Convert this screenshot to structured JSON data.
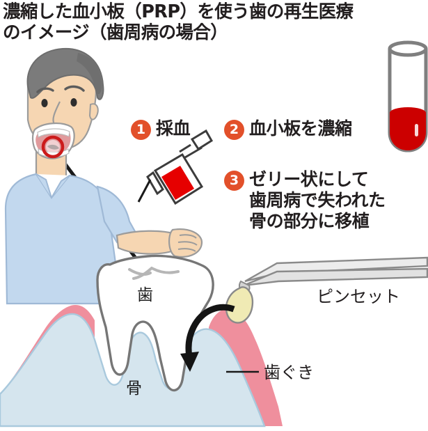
{
  "title": {
    "line1": "濃縮した血小板（PRP）を使う歯の再生医療",
    "line2": "のイメージ（歯周病の場合）"
  },
  "steps": [
    {
      "number": "1",
      "label": "採血"
    },
    {
      "number": "2",
      "label": "血小板を濃縮"
    },
    {
      "number": "3",
      "label": "ゼリー状にして\n歯周病で失われた\n骨の部分に移植"
    }
  ],
  "labels": {
    "tweezers": "ピンセット",
    "gums": "歯ぐき",
    "tooth": "歯",
    "bone": "骨"
  },
  "illustrations": {
    "patient": "man-illustration",
    "syringe": "syringe-with-blood",
    "test_tube": "test-tube-with-blood",
    "tweezers": "tweezers-with-jelly",
    "tooth_diagram": "tooth-cross-section",
    "transplant_arrow": "curved-down-arrow",
    "magnifier_lines": "callout-lines-from-mouth",
    "mouth_highlight": "red-circle-on-tooth"
  },
  "colors": {
    "accent": "#e2502a",
    "blood": "#cc0000",
    "skin": "#f6d6b2",
    "shirt": "#c2d8ee",
    "hair": "#7b7b7b",
    "gum_pink": "#ef8f9d",
    "bone_blue": "#d5e5ee",
    "jelly_yellow": "#f0eab4",
    "outline_gray": "#8a8a8a",
    "text": "#221e1f",
    "background": "#ffffff"
  }
}
